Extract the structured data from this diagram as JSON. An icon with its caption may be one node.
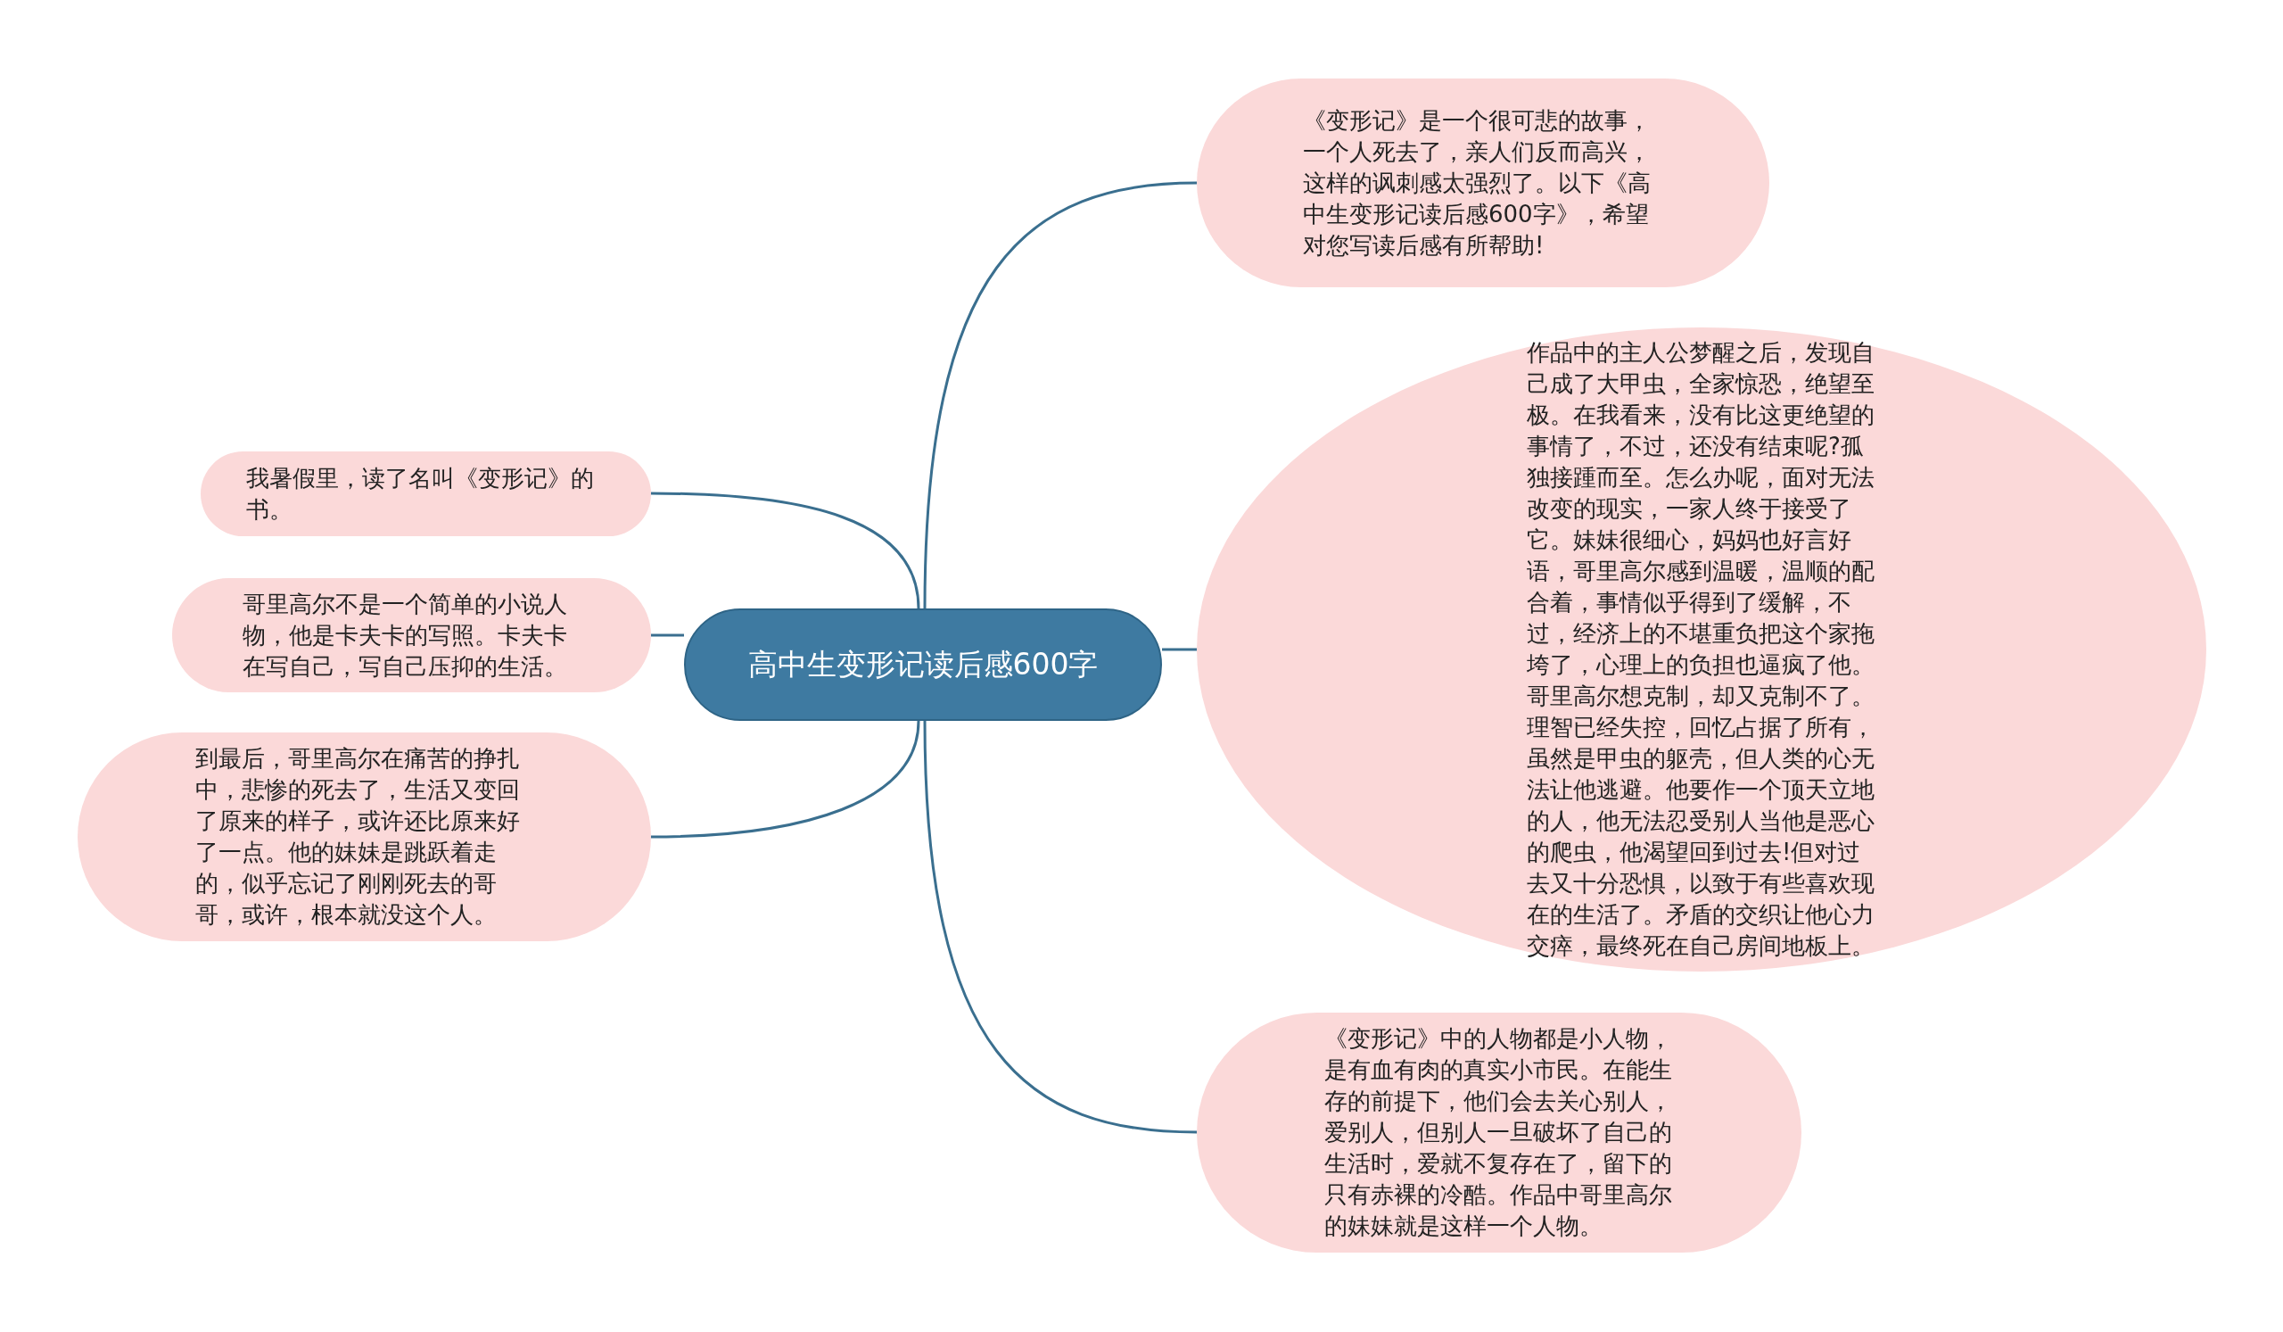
{
  "diagram": {
    "nodes": [
      {
        "text": [
          "高中生变形记读后感600字"
        ]
      },
      {
        "text": [
          "《变形记》是一个很可悲的故事，一个人死去了，亲人们反而高兴，这样的讽刺感太强烈了。以下《高中生变形记读后感600字》，希望对您写读后感有所帮助!"
        ]
      },
      {
        "text": [
          "作品中的主人公梦醒之后，发现自己成了大甲虫，全家惊恐，绝望至极。在我看来，没有比这更绝望的事情了，不过，还没有结束呢?孤独接踵而至。怎么办呢，面对无法改变的现实，一家人终于接受了它。妹妹很细心，妈妈也好言好语，哥里高尔感到温暖，温顺的配合着，事情似乎得到了缓解，不过，经济上的不堪重负把这个家拖垮了，心理上的负担也逼疯了他。哥里高尔想克制，却又克制不了。理智已经失控，回忆占据了所有，虽然是甲虫的躯壳，但人类的心无法让他逃避。他要作一个顶天立地的人，他无法忍受别人当他是恶心的爬虫，他渴望回到过去!但对过去又十分恐惧，以致于有些喜欢现在的生活了。矛盾的交织让他心力交瘁，最终死在自己房间地板上。"
        ]
      },
      {
        "text": [
          "《变形记》中的人物都是小人物，是有血有肉的真实小市民。在能生存的前提下，他们会去关心别人，爱别人，但别人一旦破坏了自己的生活时，爱就不复存在了，留下的只有赤裸的冷酷。作品中哥里高尔的妹妹就是这样一个人物。"
        ]
      },
      {
        "text": [
          "我暑假里，读了名叫《变形记》的书。"
        ]
      },
      {
        "text": [
          "哥里高尔不是一个简单的小说人物，他是卡夫卡的写照。卡夫卡在写自己，写自己压抑的生活。"
        ]
      },
      {
        "text": [
          "到最后，哥里高尔在痛苦的挣扎中，悲惨的死去了，生活又变回了原来的样子，或许还比原来好了一点。他的妹妹是跳跃着走的，似乎忘记了刚刚死去的哥哥，或许，根本就没这个人。"
        ]
      }
    ],
    "edges": [
      {
        "from": 0,
        "to": 1,
        "arrow": "none"
      },
      {
        "from": 0,
        "to": 2,
        "arrow": "none"
      },
      {
        "from": 0,
        "to": 3,
        "arrow": "none"
      },
      {
        "from": 0,
        "to": 4,
        "arrow": "none"
      },
      {
        "from": 0,
        "to": 5,
        "arrow": "none"
      },
      {
        "from": 0,
        "to": 6,
        "arrow": "none"
      }
    ]
  }
}
